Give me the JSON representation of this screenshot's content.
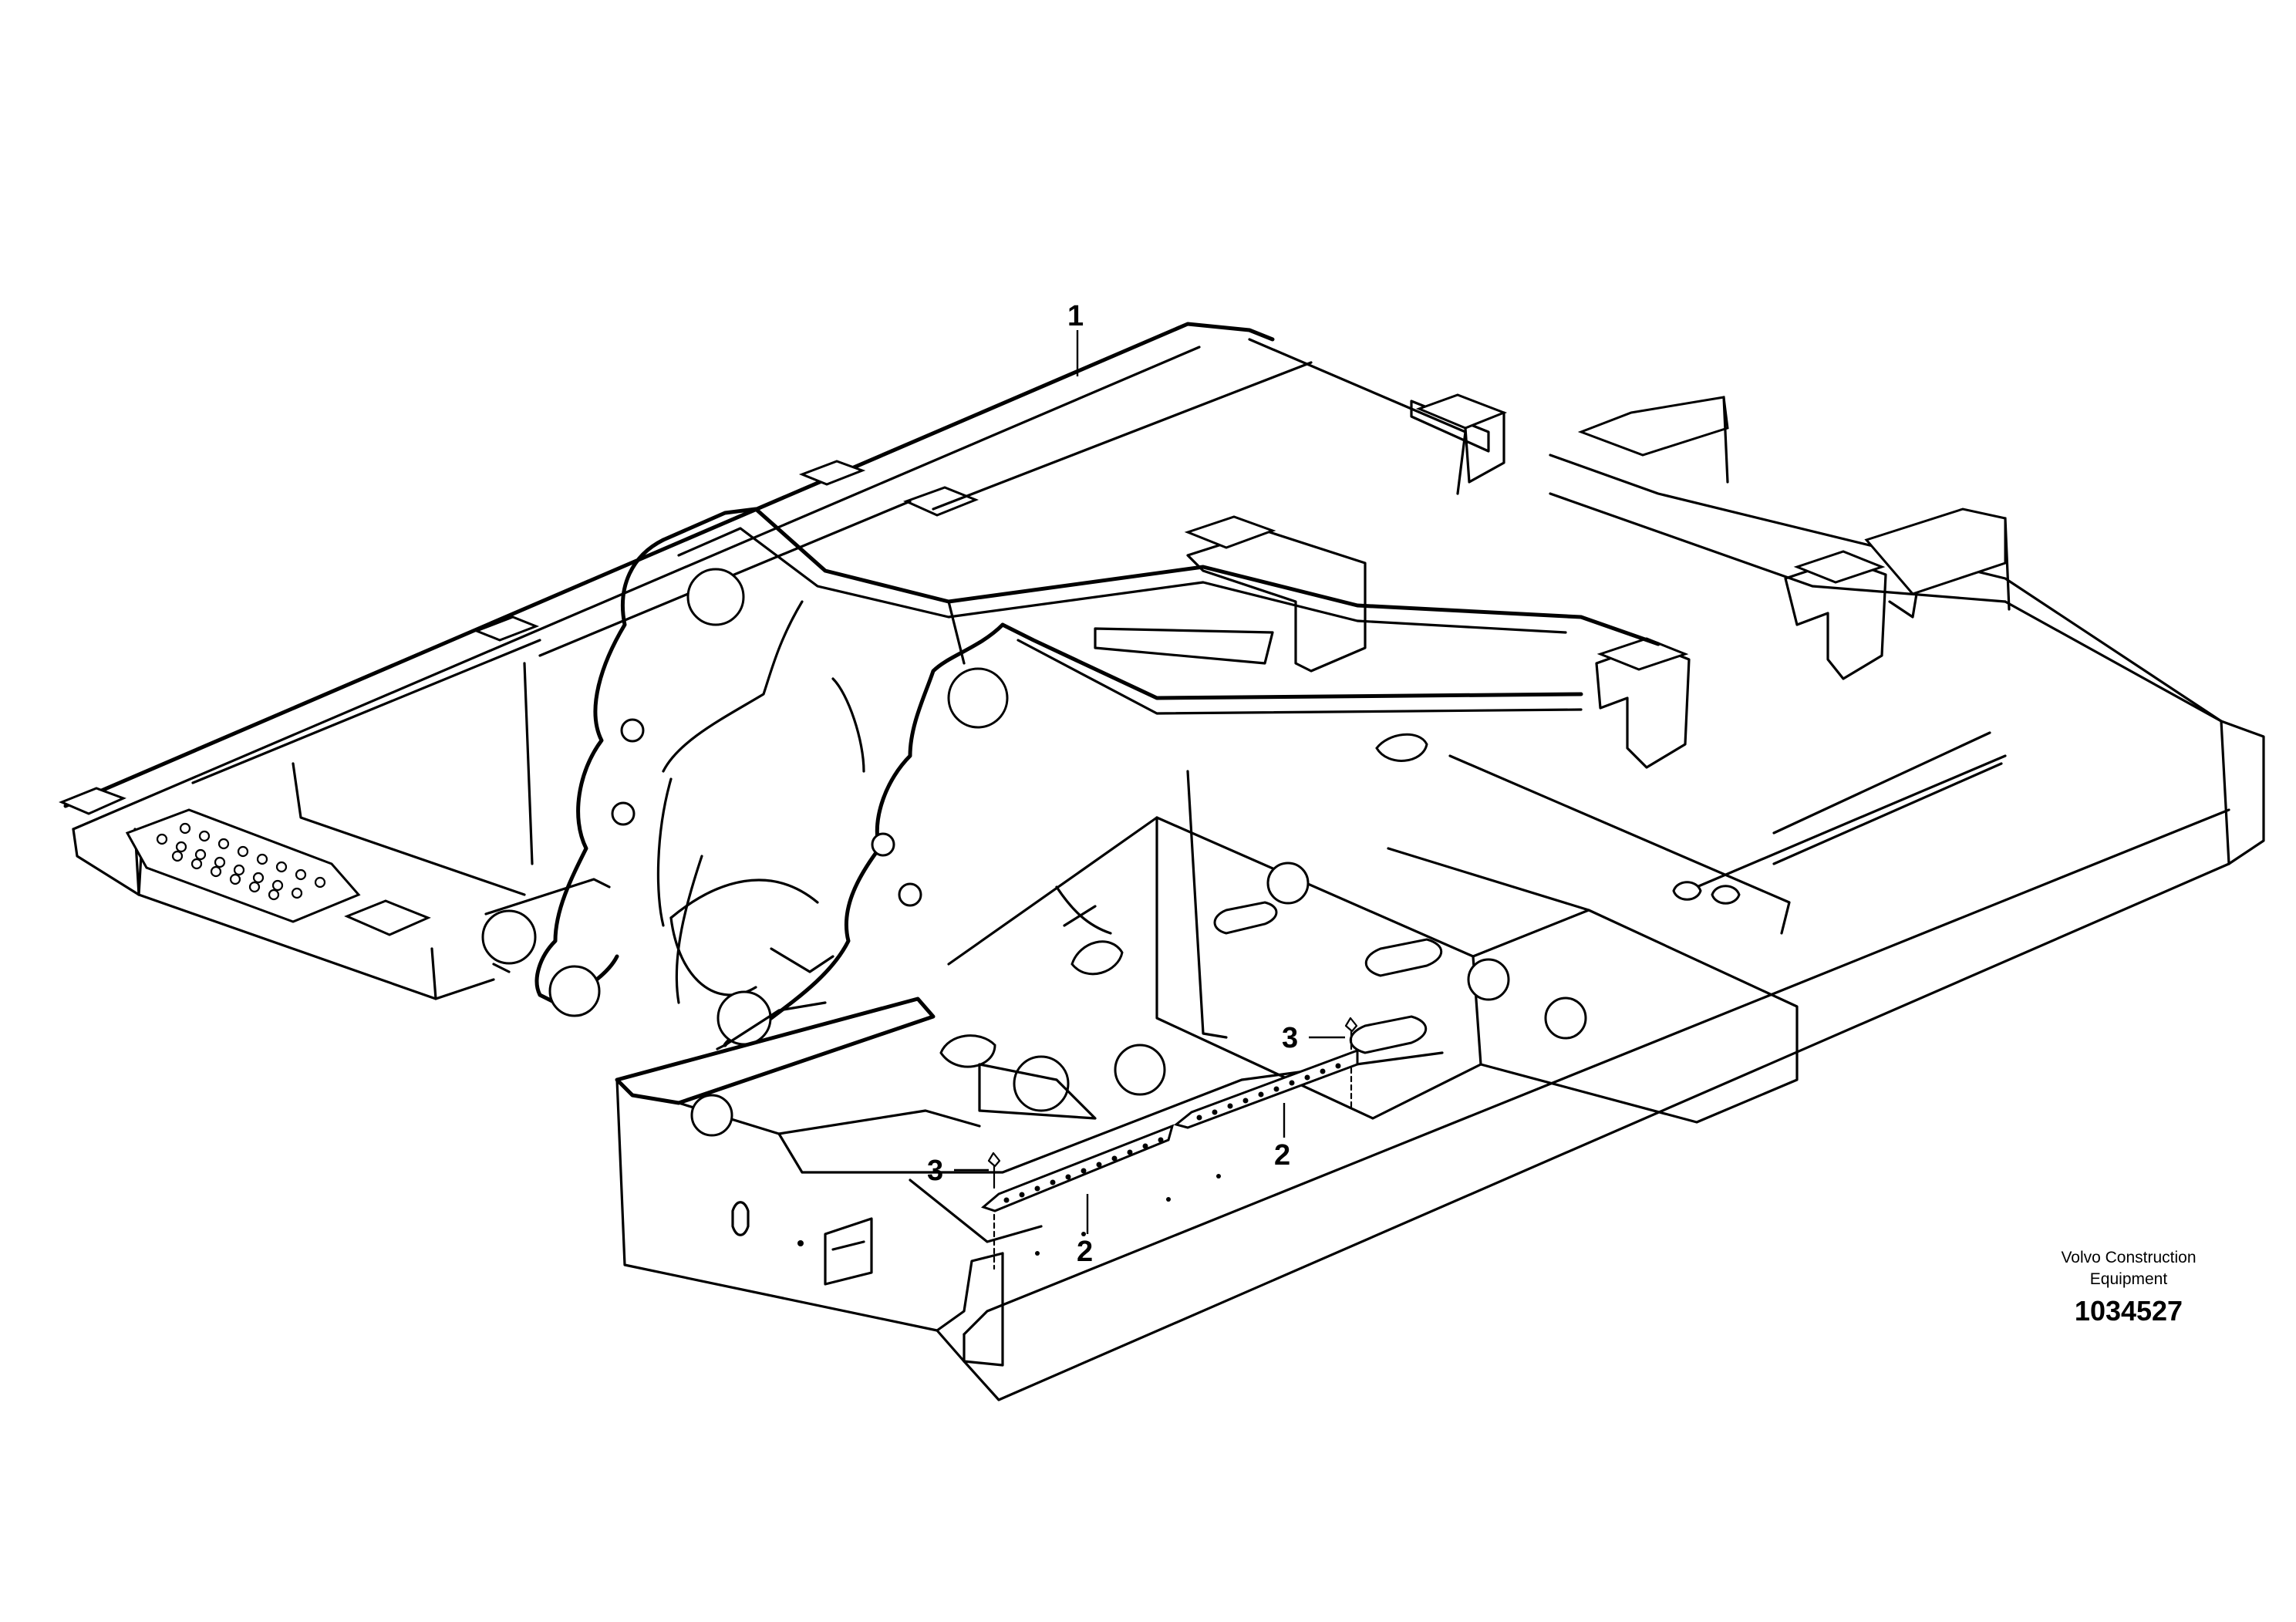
{
  "drawing": {
    "callouts": [
      {
        "id": "1",
        "label": "1"
      },
      {
        "id": "2a",
        "label": "2"
      },
      {
        "id": "2b",
        "label": "2"
      },
      {
        "id": "3a",
        "label": "3"
      },
      {
        "id": "3b",
        "label": "3"
      }
    ],
    "credit_line1": "Volvo Construction",
    "credit_line2": "Equipment",
    "reference_number": "1034527"
  }
}
